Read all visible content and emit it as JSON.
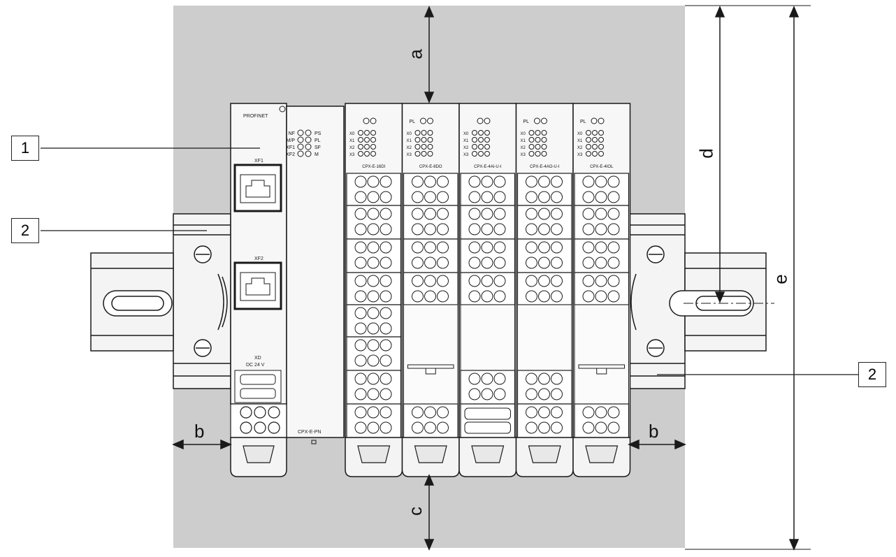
{
  "callouts": {
    "device": "1",
    "rail_left": "2",
    "rail_right": "2"
  },
  "dimensions": {
    "a": "a",
    "b_left": "b",
    "b_right": "b",
    "c": "c",
    "d": "d",
    "e": "e"
  },
  "bus_node": {
    "network_name": "PROFINET",
    "port1": "XF1",
    "port2": "XF2",
    "power_label": "XD",
    "power_voltage": "DC 24 V",
    "model": "CPX-E-PN"
  },
  "led_panel": {
    "left": [
      "NF",
      "M/P",
      "XF1",
      "XF2"
    ],
    "right": [
      "PS",
      "PL",
      "SF",
      "M"
    ]
  },
  "modules": [
    {
      "model": "CPX-E-16DI",
      "header": "",
      "channels": [
        "X0",
        "X1",
        "X2",
        "X3"
      ]
    },
    {
      "model": "CPX-E-8DO",
      "header": "PL",
      "channels": [
        "X0",
        "X1",
        "X2",
        "X3"
      ]
    },
    {
      "model": "CPX-E-4AI-U-I",
      "header": "",
      "channels": [
        "X0",
        "X1",
        "X2",
        "X3"
      ]
    },
    {
      "model": "CPX-E-4AO-U-I",
      "header": "PL",
      "channels": [
        "X0",
        "X1",
        "X2",
        "X3"
      ]
    },
    {
      "model": "CPX-E-4IOL",
      "header": "PL",
      "channels": [
        "X0",
        "X1",
        "X2",
        "X3"
      ]
    }
  ],
  "colors": {
    "background_zone": "#cdcdcd",
    "line": "#1a1a1a",
    "device_fill": "#f7f7f7"
  }
}
